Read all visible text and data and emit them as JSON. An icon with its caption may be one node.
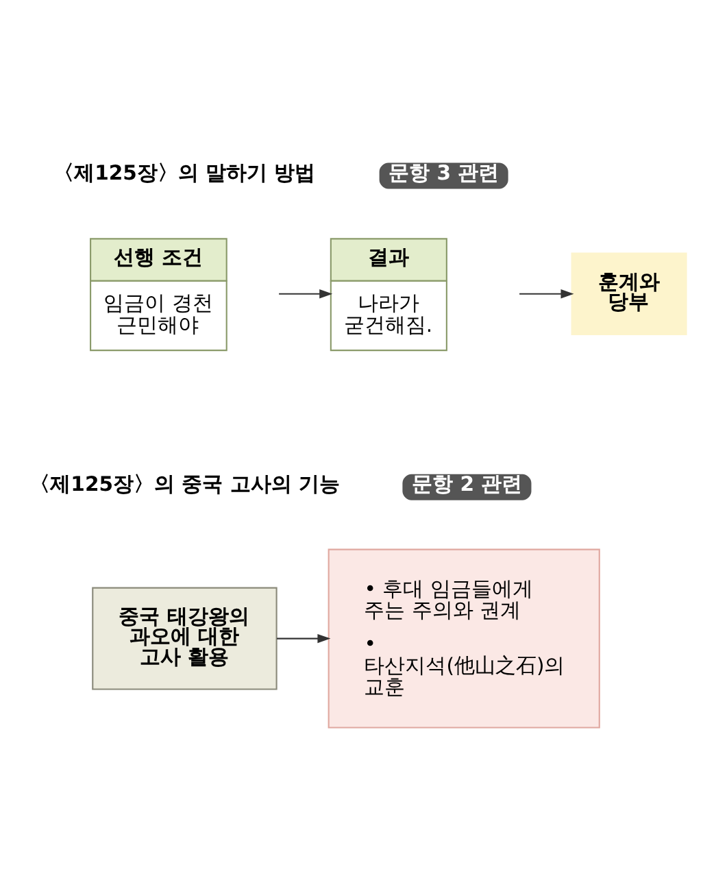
{
  "diagram": {
    "nodes": [
      {
        "text": [
          "선행 조건",
          "임금이 경천 근민해야"
        ]
      },
      {
        "text": [
          "결과",
          "나라가 굳건해짐."
        ]
      },
      {
        "text": [
          "훈계와 당부"
        ]
      },
      {
        "text": [
          "중국 태강왕의 과오에 대한 고사 활용"
        ]
      },
      {
        "text": [
          "• 후대 임금들에게 주는 주의와 권계",
          "• 타산지석(他山之石)의 교훈"
        ]
      }
    ],
    "edges": [
      {
        "from": 0,
        "to": 1,
        "arrow": "to"
      },
      {
        "from": 1,
        "to": 2,
        "arrow": "to"
      },
      {
        "from": 3,
        "to": 4,
        "arrow": "to"
      }
    ],
    "labels": [
      "〈제125장〉의 말하기 방법",
      "문항 3 관련",
      "〈제125장〉의 중국 고사의 기능",
      "문항 2 관련"
    ]
  }
}
